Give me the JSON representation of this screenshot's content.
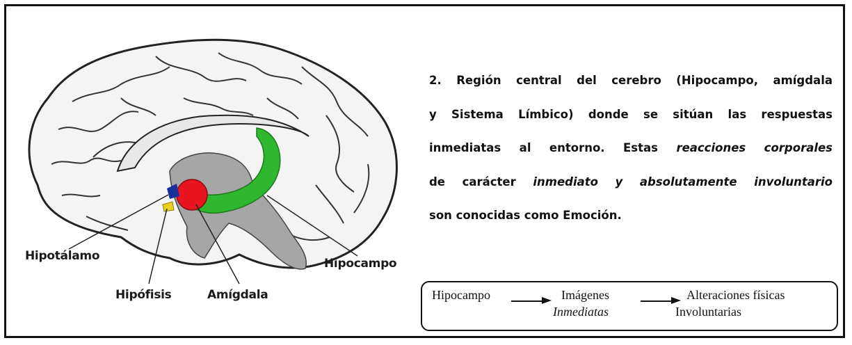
{
  "labels": {
    "hipotalamo": "Hipotálamo",
    "hipofisis": "Hipófisis",
    "amigdala": "Amígdala",
    "hipocampo": "Hipocampo"
  },
  "description": {
    "number": "2.",
    "line1": "Región central del cerebro (Hipocampo, amígdala",
    "line2": "y Sistema Límbico) donde se sitúan las respuestas",
    "line3_pre": "inmediatas al entorno. Estas",
    "line3_em": "reacciones corporales",
    "line4_pre": "de carácter",
    "line4_em": "inmediato y absolutamente involuntario",
    "line5": "son conocidas como Emoción."
  },
  "flow": {
    "step1": "Hipocampo",
    "step2_line1": "Imágenes",
    "step2_line2": "Inmediatas",
    "step3_line1": "Alteraciones físicas",
    "step3_line2": "Involuntarias"
  },
  "colors": {
    "hipocampo": "#2fb82f",
    "amigdala": "#e8141e",
    "hipotalamo": "#1a2f9e",
    "hipofisis": "#e6d21a",
    "brainstem": "#a6a6a6",
    "brain_fill": "#f4f4f4",
    "outline": "#222222"
  }
}
